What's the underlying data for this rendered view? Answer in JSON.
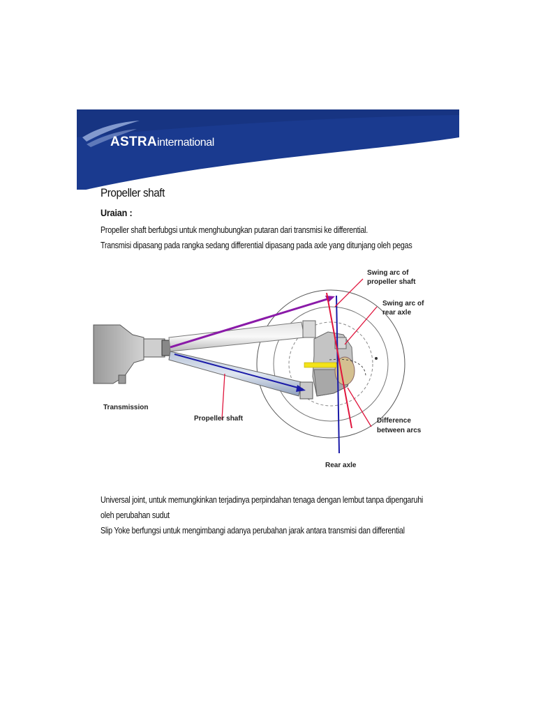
{
  "header": {
    "brand_name": "ASTRA",
    "brand_suffix": "international",
    "colors": {
      "banner": "#1a3a8f",
      "banner_dark": "#16307a",
      "swoosh": "#8ea4d6"
    }
  },
  "title": "Propeller shaft",
  "section": {
    "heading": "Uraian :",
    "lines": [
      "Propeller shaft berfubgsi untuk menghubungkan putaran dari transmisi ke differential.",
      "Transmisi dipasang pada rangka sedang differential dipasang pada axle yang ditunjang oleh pegas"
    ]
  },
  "diagram": {
    "labels": {
      "swing_arc_propeller_line1": "Swing arc of",
      "swing_arc_propeller_line2": "propeller shaft",
      "swing_arc_axle_line1": "Swing arc of",
      "swing_arc_axle_line2": "rear axle",
      "transmission": "Transmission",
      "propeller_shaft": "Propeller shaft",
      "difference_line1": "Difference",
      "difference_line2": "between arcs",
      "rear_axle": "Rear axle"
    },
    "colors": {
      "arrow_blue": "#1a1aa8",
      "arrow_purple": "#8a1aa8",
      "pointer_red": "#e0143c",
      "yellow": "#f2e21a"
    }
  },
  "footer": {
    "lines": [
      "Universal joint, untuk memungkinkan terjadinya perpindahan tenaga dengan lembut tanpa dipengaruhi",
      "oleh perubahan sudut",
      "Slip Yoke berfungsi untuk mengimbangi adanya perubahan jarak antara transmisi dan differential"
    ]
  }
}
